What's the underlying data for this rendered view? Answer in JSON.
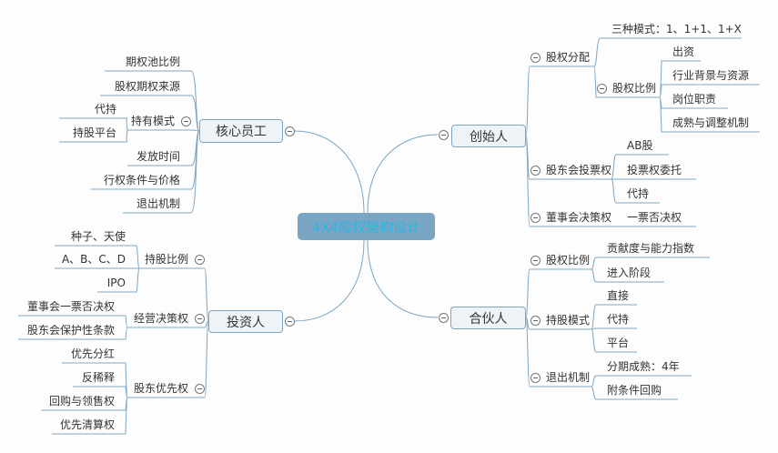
{
  "center": "4X4股权架构设计",
  "colors": {
    "line": "#7ea6c4",
    "center_bg": "#7aa5c3",
    "center_text": "#2cb7e2",
    "topic_bg": "#eef3f7"
  },
  "founder": {
    "label": "创始人",
    "equity_distribution": {
      "label": "股权分配",
      "modes": "三种模式：1、1+1、1+X",
      "ratio": {
        "label": "股权比例",
        "items": [
          "出资",
          "行业背景与资源",
          "岗位职责",
          "成熟与调整机制"
        ]
      }
    },
    "voting": {
      "label": "股东会投票权",
      "items": [
        "AB股",
        "投票权委托",
        "代持"
      ]
    },
    "board": {
      "label": "董事会决策权",
      "items": [
        "一票否决权"
      ]
    }
  },
  "partner": {
    "label": "合伙人",
    "ratio": {
      "label": "股权比例",
      "items": [
        "贡献度与能力指数",
        "进入阶段"
      ]
    },
    "mode": {
      "label": "持股模式",
      "items": [
        "直接",
        "代持",
        "平台"
      ]
    },
    "exit": {
      "label": "退出机制",
      "items": [
        "分期成熟：4年",
        "附条件回购"
      ]
    }
  },
  "employee": {
    "label": "核心员工",
    "pool": "期权池比例",
    "source": "股权期权来源",
    "holding": {
      "label": "持有模式",
      "items": [
        "代持",
        "持股平台"
      ]
    },
    "timing": "发放时间",
    "conditions": "行权条件与价格",
    "exit": "退出机制"
  },
  "investor": {
    "label": "投资人",
    "ratio": {
      "label": "持股比例",
      "items": [
        "种子、天使",
        "A、B、C、D",
        "IPO"
      ]
    },
    "decision": {
      "label": "经营决策权",
      "items": [
        "董事会一票否决权",
        "股东会保护性条款"
      ]
    },
    "priority": {
      "label": "股东优先权",
      "items": [
        "优先分红",
        "反稀释",
        "回购与领售权",
        "优先清算权"
      ]
    }
  }
}
